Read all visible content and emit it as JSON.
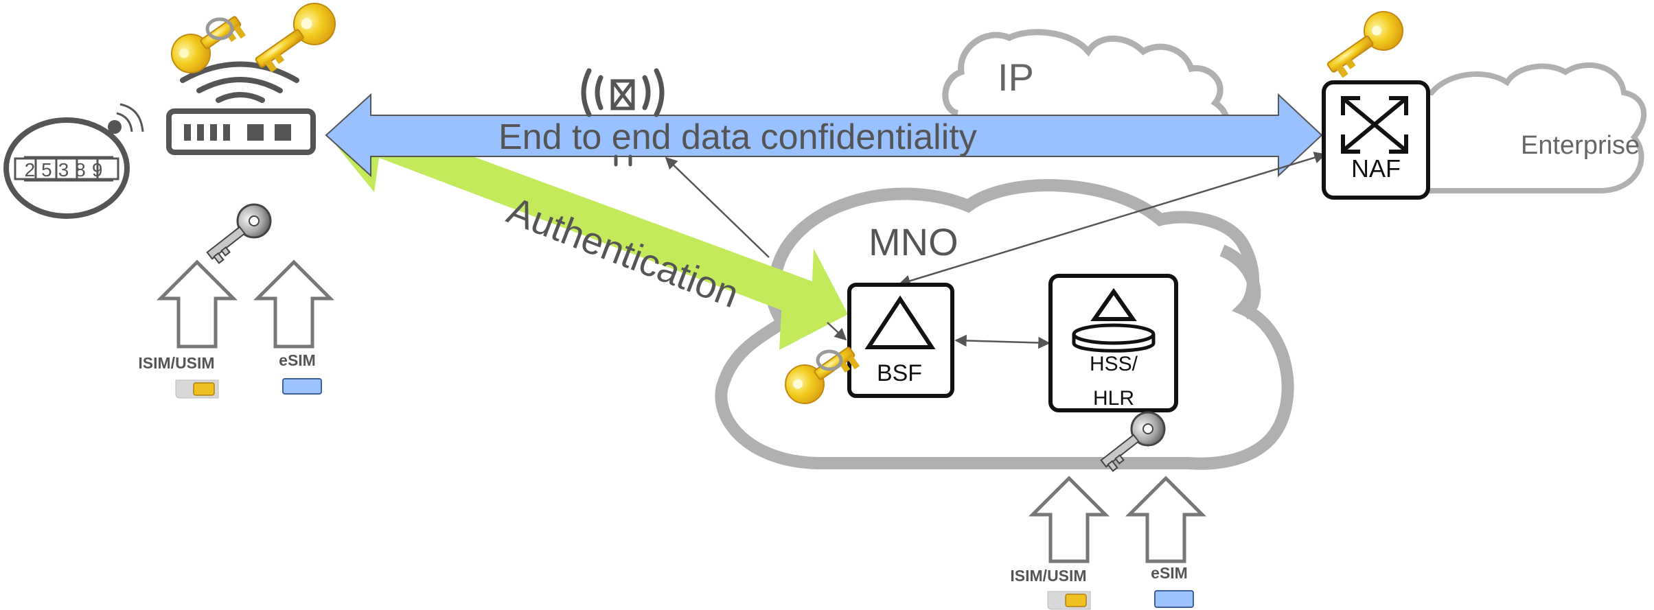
{
  "meter": {
    "digits": "25389"
  },
  "arrows": {
    "confidentiality": "End to end data confidentiality",
    "authentication": "Authentication"
  },
  "clouds": {
    "ip": "IP",
    "enterprise": "Enterprise",
    "mno": "MNO"
  },
  "nodes": {
    "naf": "NAF",
    "bsf": "BSF",
    "hss_line1": "HSS/",
    "hss_line2": "HLR"
  },
  "device_sims": {
    "isim": "ISIM/USIM",
    "esim": "eSIM"
  },
  "network_sims": {
    "isim": "ISIM/USIM",
    "esim": "eSIM"
  },
  "colors": {
    "cloud": "#b0b0b0",
    "confidentiality_arrow": "#99c0ff",
    "authentication_arrow": "#c2ea5a",
    "key_gold": "#f0c020",
    "key_grey": "#9a9a9a",
    "esim_fill": "#9cc3ff",
    "text": "#555555"
  },
  "icons": [
    "golden-key-icon",
    "grey-key-icon",
    "wifi-icon",
    "router-icon",
    "smart-meter-icon",
    "antenna-icon",
    "crossed-arrows-icon",
    "triangle-icon",
    "database-icon",
    "sim-card-icon",
    "up-arrow-icon"
  ]
}
